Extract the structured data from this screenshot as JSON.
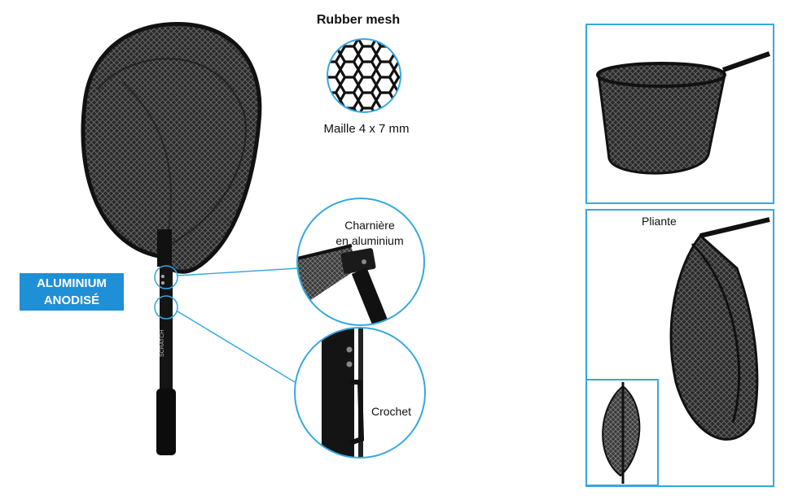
{
  "mesh_title": "Rubber mesh",
  "mesh_caption": "Maille 4 x 7 mm",
  "badge": {
    "line1": "ALUMINIUM",
    "line2": "ANODISÉ"
  },
  "callouts": {
    "hinge_line1": "Charnière",
    "hinge_line2": "en aluminium",
    "hook": "Crochet"
  },
  "panels": {
    "folding_label": "Pliante"
  },
  "handle_brand": "SCRATCH",
  "colors": {
    "accent": "#35a8e0",
    "badge": "#1f8fd6",
    "net": "#1b1b1b"
  }
}
